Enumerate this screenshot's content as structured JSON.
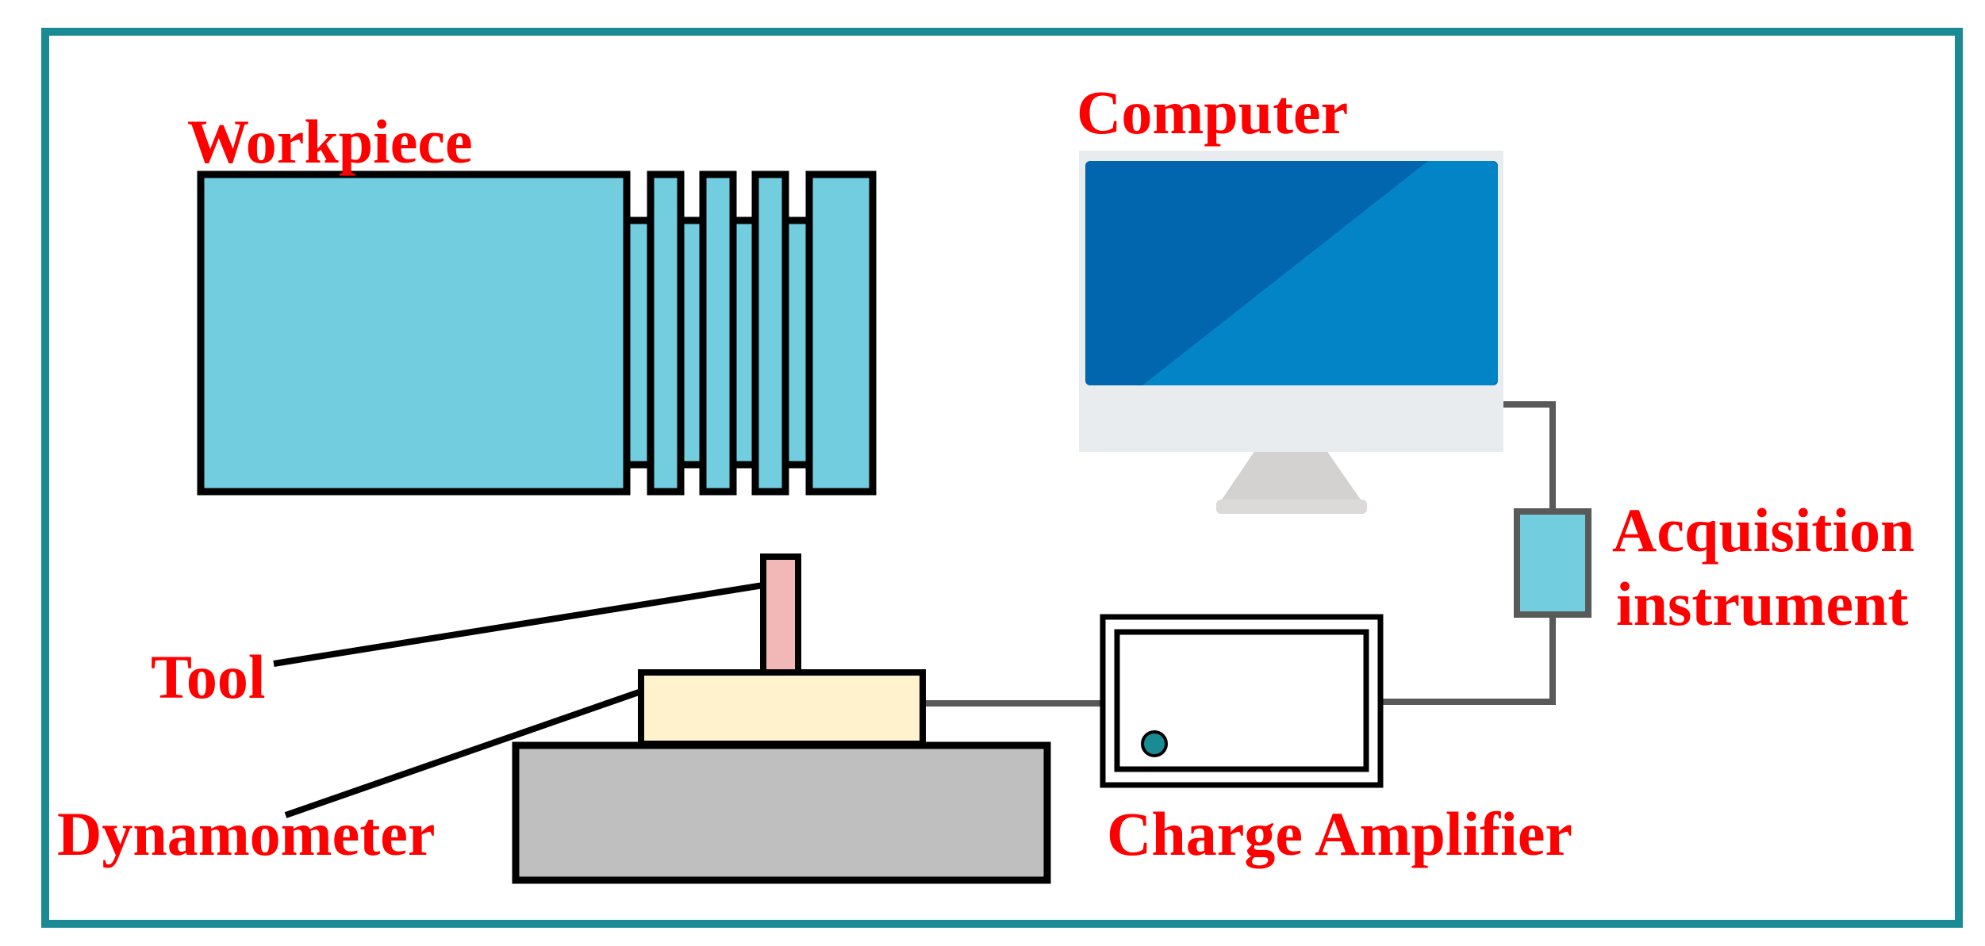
{
  "labels": {
    "workpiece": "Workpiece",
    "computer": "Computer",
    "acquisition_line1": "Acquisition",
    "acquisition_line2": "instrument",
    "tool": "Tool",
    "dynamometer": "Dynamometer",
    "charge_amplifier": "Charge Amplifier"
  },
  "colors": {
    "frame": "#1a8a94",
    "label_text": "#ff0000",
    "workpiece_fill": "#72cddf",
    "tool_fill": "#f2b8b8",
    "dynamometer_fill": "#fff2cc",
    "base_fill": "#bfbfbf",
    "cable": "#595959",
    "screen_dark": "#0266ae",
    "screen_light": "#0384c6",
    "monitor_body": "#e9ecef",
    "monitor_stand": "#d4d2d0",
    "acquisition_fill": "#72cddf",
    "amplifier_knob": "#1a8a94"
  }
}
